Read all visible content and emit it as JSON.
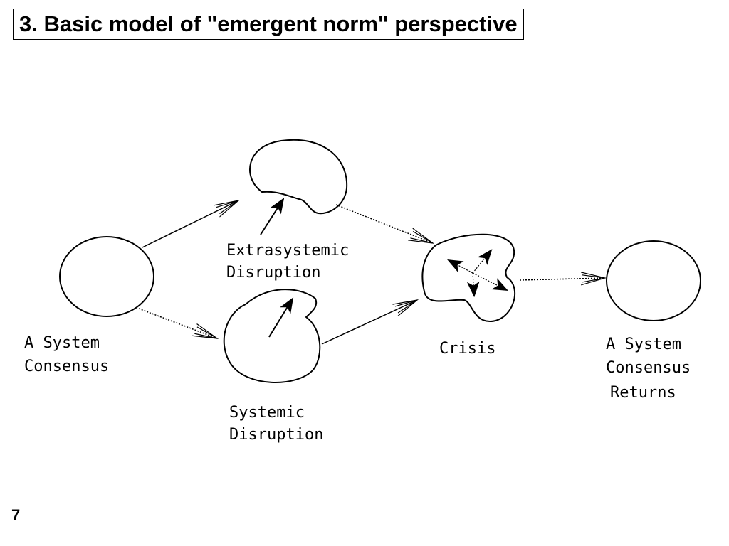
{
  "slide": {
    "title": "3. Basic model of \"emergent norm\" perspective",
    "page_number": "7"
  },
  "diagram": {
    "nodes": [
      {
        "id": "consensus",
        "lines": [
          "A System",
          "Consensus"
        ]
      },
      {
        "id": "extrasystemic",
        "lines": [
          "Extrasystemic",
          "Disruption"
        ]
      },
      {
        "id": "systemic",
        "lines": [
          "Systemic",
          "Disruption"
        ]
      },
      {
        "id": "crisis",
        "lines": [
          "Crisis"
        ]
      },
      {
        "id": "consensus-returns",
        "lines": [
          "A System",
          "Consensus",
          "Returns"
        ]
      }
    ]
  }
}
